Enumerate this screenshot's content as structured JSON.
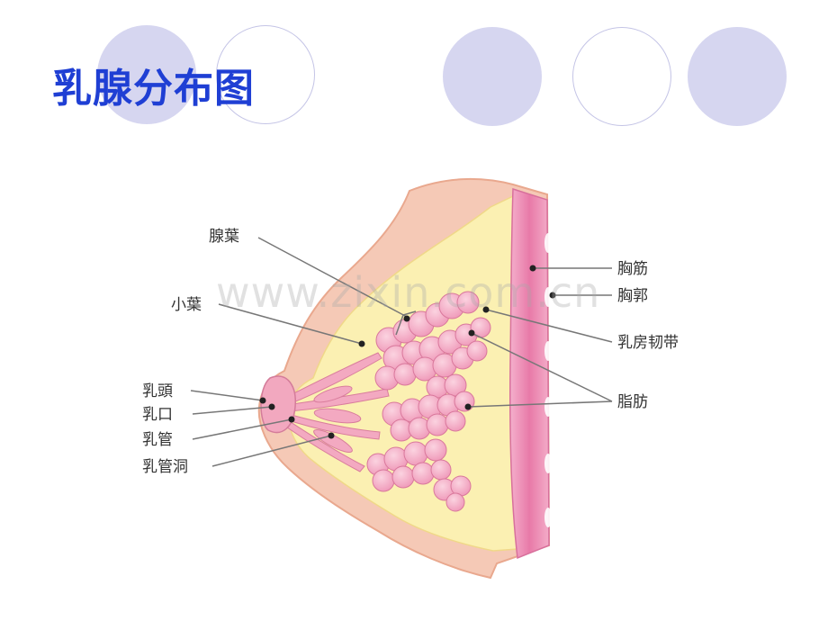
{
  "title": "乳腺分布图",
  "watermark": "www.zixin.com.cn",
  "colors": {
    "title": "#1f3fd4",
    "decoration_fill": "#d6d6f0",
    "decoration_ring": "#c4c4e6",
    "skin": "#f5c9b6",
    "fat": "#fbf0b2",
    "gland": "#f0a0bc",
    "muscle": "#ec8fb6"
  },
  "labels": {
    "lobe": "腺葉",
    "lobule": "小葉",
    "nipple": "乳頭",
    "nipple_opening": "乳口",
    "duct": "乳管",
    "duct_sinus": "乳管洞",
    "pectoral_muscle": "胸筋",
    "rib": "胸郭",
    "ligament": "乳房韧带",
    "fat": "脂肪"
  }
}
